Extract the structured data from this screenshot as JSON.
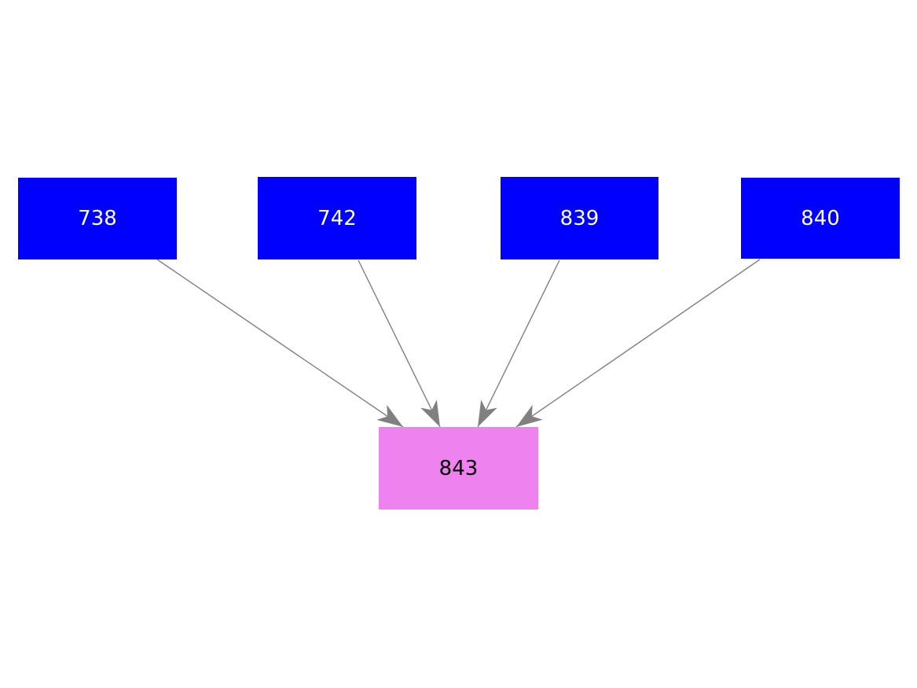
{
  "diagram": {
    "type": "directed-graph",
    "background_color": "#ffffff",
    "edge_color": "#808080",
    "nodes": [
      {
        "id": "738",
        "label": "738",
        "fill": "#0000ff",
        "text_color": "#ffffff",
        "role": "source"
      },
      {
        "id": "742",
        "label": "742",
        "fill": "#0000ff",
        "text_color": "#ffffff",
        "role": "source"
      },
      {
        "id": "839",
        "label": "839",
        "fill": "#0000ff",
        "text_color": "#ffffff",
        "role": "source"
      },
      {
        "id": "840",
        "label": "840",
        "fill": "#0000ff",
        "text_color": "#ffffff",
        "role": "source"
      },
      {
        "id": "843",
        "label": "843",
        "fill": "#ee82ee",
        "text_color": "#000000",
        "role": "target"
      }
    ],
    "edges": [
      {
        "from": "738",
        "to": "843"
      },
      {
        "from": "742",
        "to": "843"
      },
      {
        "from": "839",
        "to": "843"
      },
      {
        "from": "840",
        "to": "843"
      }
    ]
  }
}
